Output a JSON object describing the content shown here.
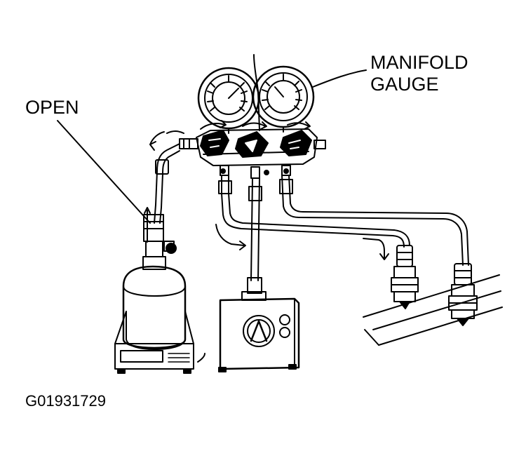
{
  "labels": {
    "open": "OPEN",
    "manifold_line1": "MANIFOLD",
    "manifold_line2": "GAUGE",
    "figure_id": "G01931729"
  },
  "colors": {
    "line": "#000000",
    "background": "#ffffff"
  }
}
